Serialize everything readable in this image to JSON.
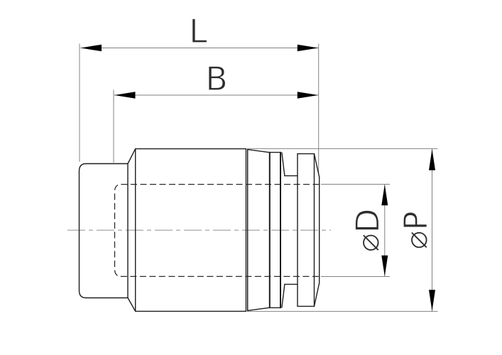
{
  "drawing": {
    "dimension_labels": {
      "overall_length": "L",
      "insert_length": "B",
      "bore_diameter": "⌀D",
      "outer_diameter": "⌀P"
    },
    "colors": {
      "background": "#ffffff",
      "outline": "#1d1d1d",
      "hidden_line": "#2b2b2b",
      "center_line": "#9c9c9c",
      "dimension_line": "#828282",
      "arrow": "#000000",
      "text": "#2d2d2d"
    }
  }
}
